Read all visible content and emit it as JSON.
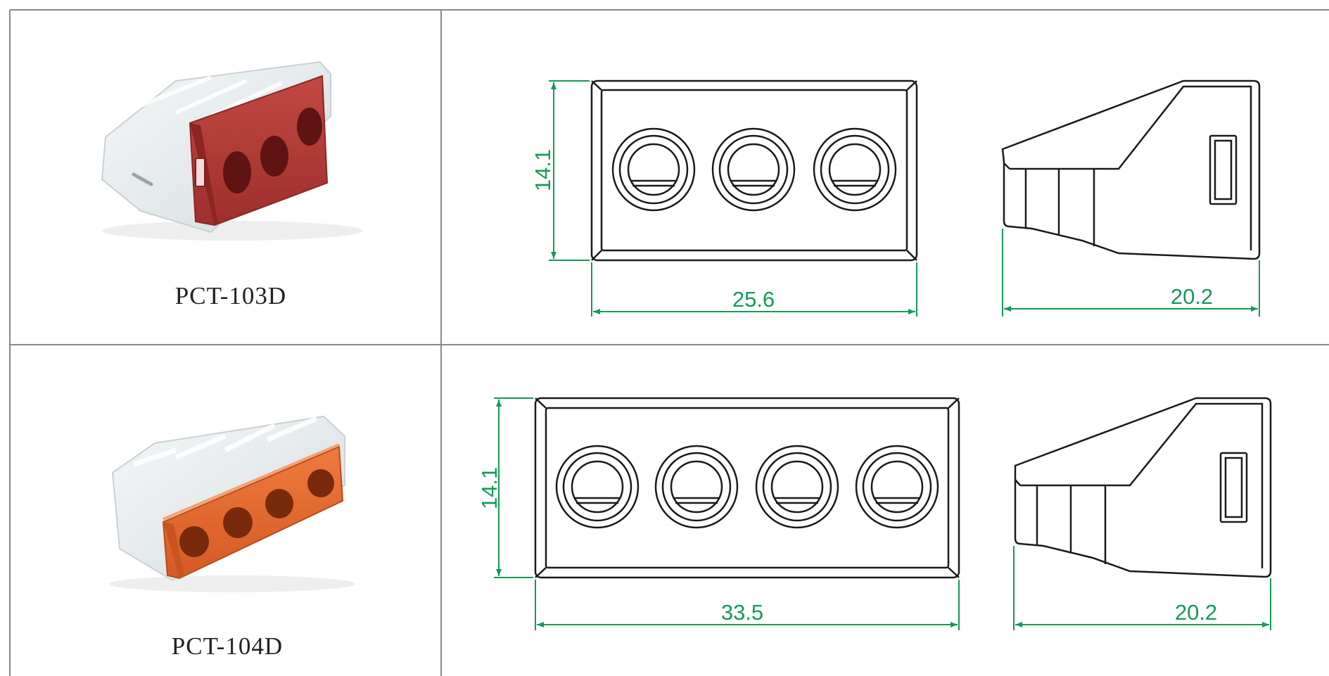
{
  "colors": {
    "grid_line": "#8a8a8a",
    "outline": "#1a1a1a",
    "dimension": "#169a55",
    "red_body": "#b23a36",
    "orange_body": "#e0672f",
    "clear_cap": "#e6ecee"
  },
  "rows": [
    {
      "model": "PCT-103D",
      "body_color": "red",
      "holes": 3,
      "front_view": {
        "width_label": "25.6",
        "height_label": "14.1"
      },
      "side_view": {
        "depth_label": "20.2"
      }
    },
    {
      "model": "PCT-104D",
      "body_color": "orange",
      "holes": 4,
      "front_view": {
        "width_label": "33.5",
        "height_label": "14.1"
      },
      "side_view": {
        "depth_label": "20.2"
      }
    }
  ]
}
